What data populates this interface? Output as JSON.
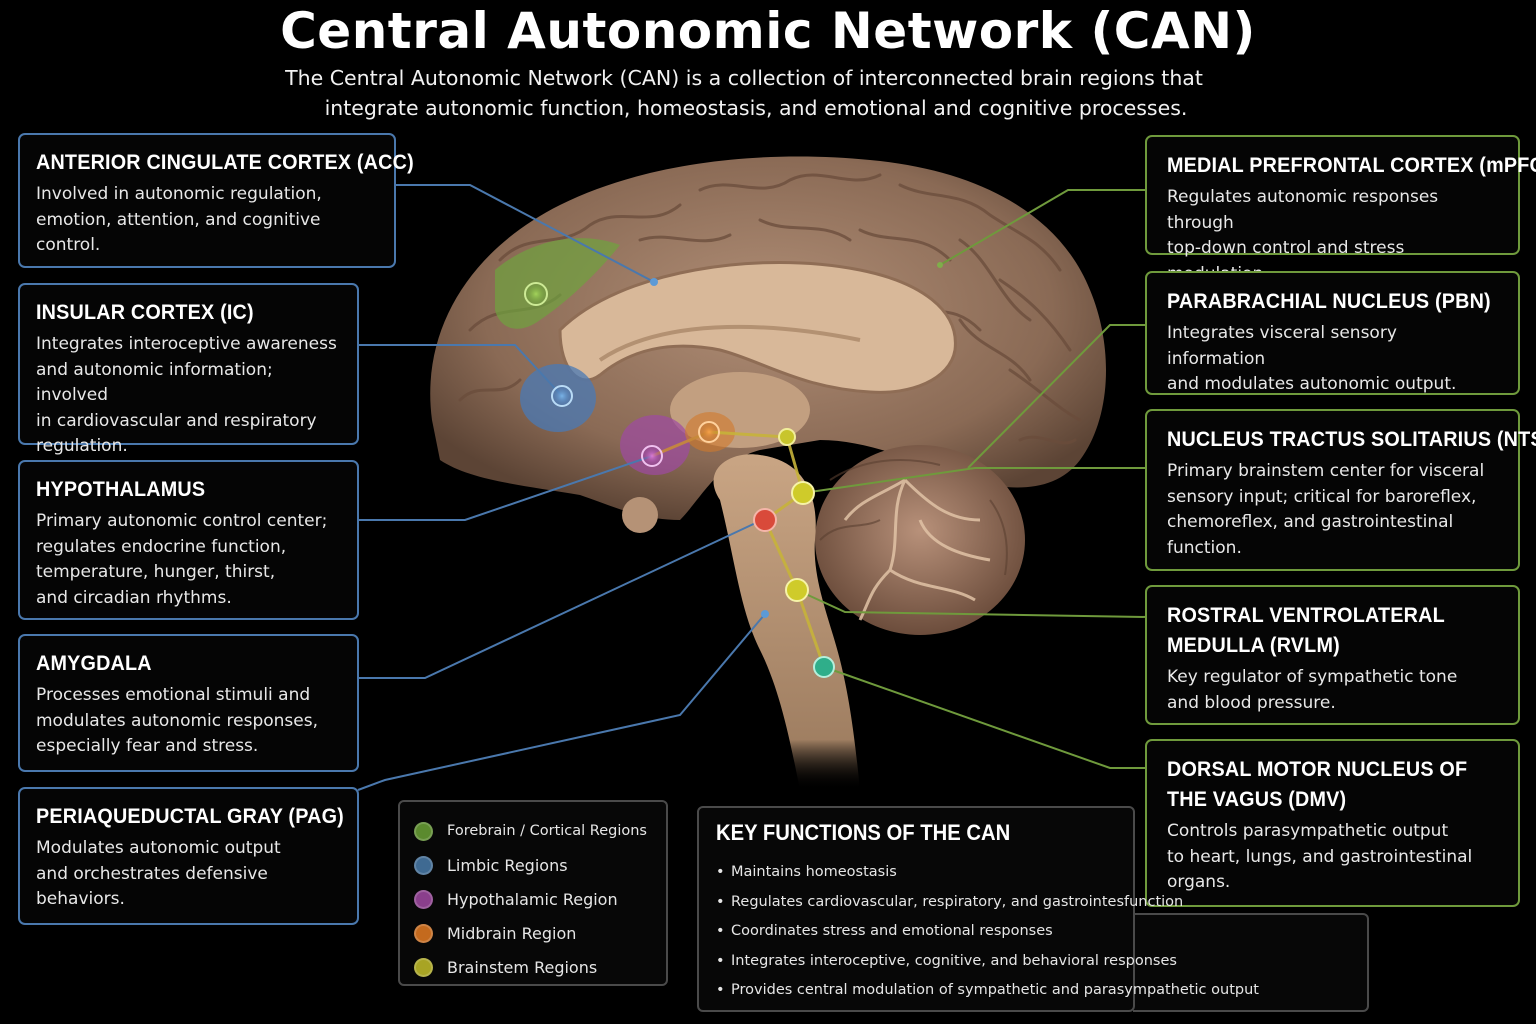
{
  "title": "Central Autonomic Network (CAN)",
  "subtitle_line1": "The Central Autonomic Network (CAN) is a collection of interconnected brain regions that",
  "subtitle_line2": "integrate autonomic function, homeostasis, and emotional and cognitive processes.",
  "left_boxes": [
    {
      "title": "ANTERIOR CINGULATE CORTEX (ACC)",
      "text": "Involved in autonomic regulation,\nemotion, attention, and cognitive\ncontrol."
    },
    {
      "title": "INSULAR CORTEX (IC)",
      "text": "Integrates interoceptive awareness\nand autonomic information; involved\nin cardiovascular and respiratory\nregulation."
    },
    {
      "title": "HYPOTHALAMUS",
      "text": "Primary autonomic control center;\nregulates endocrine function,\ntemperature, hunger, thirst,\nand circadian rhythms."
    },
    {
      "title": "AMYGDALA",
      "text": "Processes emotional stimuli and\nmodulates autonomic responses,\nespecially fear and stress."
    },
    {
      "title": "PERIAQUEDUCTAL GRAY (PAG)",
      "text": "Modulates autonomic output\nand orchestrates defensive\nbehaviors."
    }
  ],
  "right_boxes": [
    {
      "title": "MEDIAL PREFRONTAL CORTEX (mPFC)",
      "text": "Regulates autonomic responses through\ntop-down control and stress modulation."
    },
    {
      "title": "PARABRACHIAL NUCLEUS (PBN)",
      "text": "Integrates visceral sensory information\nand modulates autonomic output."
    },
    {
      "title": "NUCLEUS TRACTUS SOLITARIUS (NTS)",
      "text": "Primary brainstem center for visceral\nsensory input; critical for baroreflex,\nchemoreflex, and gastrointestinal\nfunction."
    },
    {
      "title": "ROSTRAL VENTROLATERAL",
      "title2": "MEDULLA (RVLM)",
      "text": "Key regulator of sympathetic tone\nand blood pressure."
    },
    {
      "title": "DORSAL MOTOR NUCLEUS OF",
      "title2": "THE VAGUS (DMV)",
      "text": "Controls parasympathetic output\nto heart, lungs, and gastrointestinal\norgans."
    }
  ],
  "legend": [
    {
      "label": "Forebrain / Cortical Regions",
      "color": "#5b8a2e"
    },
    {
      "label": "Limbic Regions",
      "color": "#3f6a92"
    },
    {
      "label": "Hypothalamic Region",
      "color": "#8a3f8c"
    },
    {
      "label": "Midbrain Region",
      "color": "#c46a1e"
    },
    {
      "label": "Brainstem Regions",
      "color": "#a8a424"
    }
  ],
  "key_functions": {
    "title": "KEY FUNCTIONS OF THE CAN",
    "items": [
      "Maintains homeostasis",
      "Regulates cardiovascular, respiratory, and gastrointesfunction",
      "Coordinates stress and emotional responses",
      "Integrates interoceptive, cognitive, and behavioral responses",
      "Provides central modulation of sympathetic and parasympathetic output"
    ]
  },
  "colors": {
    "cortical": "#7dbb3a",
    "limbic": "#4b8fd1",
    "hypothalamic": "#c45ac8",
    "midbrain": "#f08a28",
    "brainstem": "#d6d12c",
    "amygdala_marker": "#e0463a",
    "dmv_marker": "#2fae8a",
    "left_border": "#4a78ad",
    "right_border": "#6f9a3c"
  }
}
